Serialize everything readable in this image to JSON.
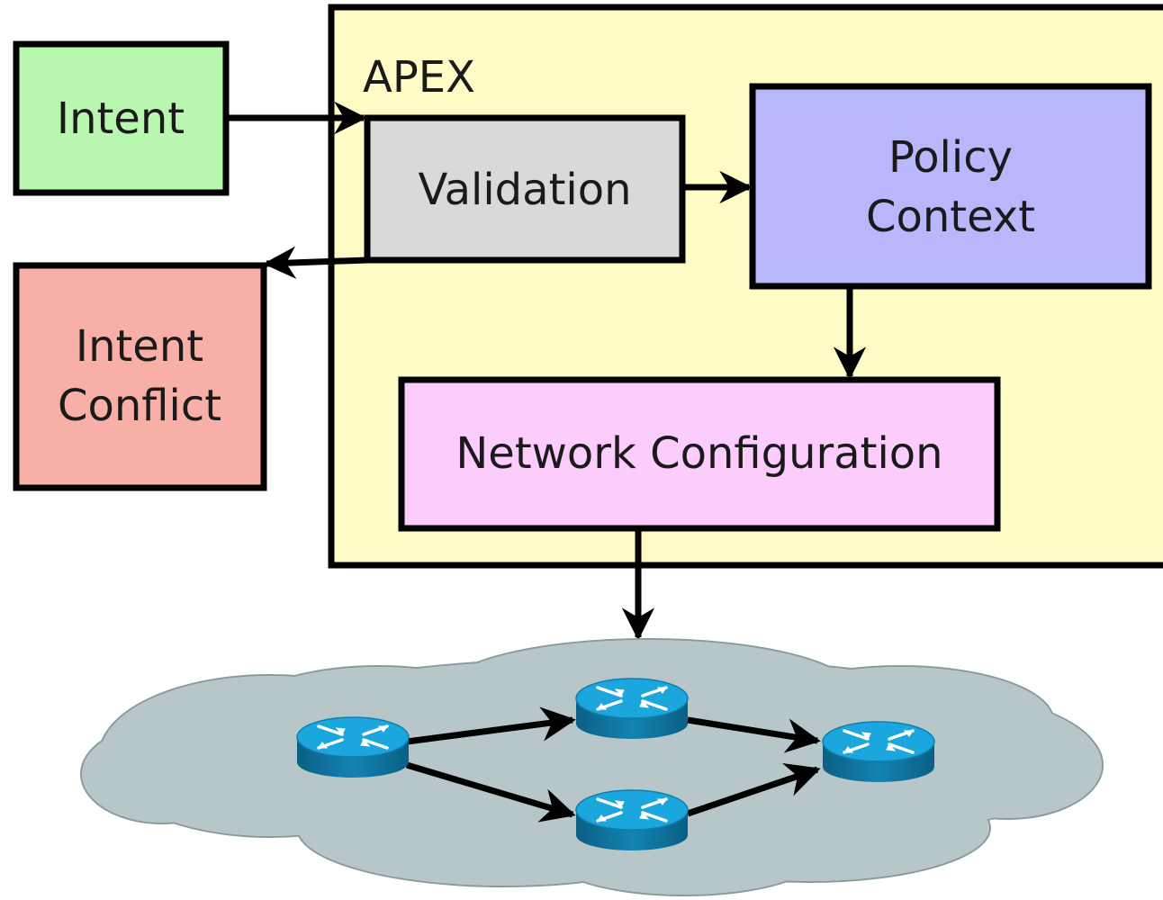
{
  "container": {
    "label": "APEX",
    "color": "#FFFBC7"
  },
  "nodes": {
    "intent": {
      "label": "Intent",
      "color": "#B9F7B1"
    },
    "intent_conflict": {
      "lines": [
        "Intent",
        "Conflict"
      ],
      "color": "#F8AFA8"
    },
    "validation": {
      "label": "Validation",
      "color": "#D9D9D9"
    },
    "policy_context": {
      "lines": [
        "Policy",
        "Context"
      ],
      "color": "#B8B7FC"
    },
    "network_configuration": {
      "label": "Network Configuration",
      "color": "#FCCDFC"
    }
  },
  "network": {
    "cloud_color": "#B7C7C9",
    "router_color": "#1AA3D9",
    "routers": [
      "router-1",
      "router-2",
      "router-3",
      "router-4"
    ]
  }
}
